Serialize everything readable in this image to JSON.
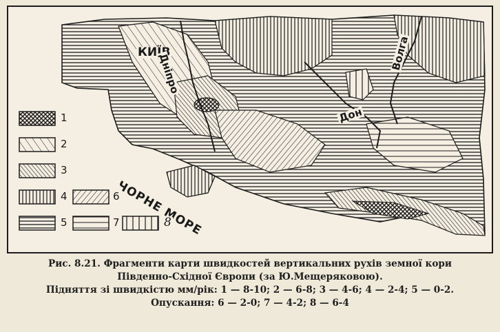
{
  "map": {
    "labels": {
      "city_kyiv": "КИЇВ",
      "river_dnipro": "Дніпро",
      "river_don": "Дон",
      "river_volga": "Волга",
      "sea": "ЧОРНЕ МОРЕ"
    },
    "legend": [
      "1",
      "2",
      "3",
      "4",
      "5",
      "6",
      "7",
      "8"
    ]
  },
  "caption": {
    "line1": "Рис. 8.21. Фрагменти карти швидкостей вертикальних рухів земної кори",
    "line2": "Південно-Східної Європи (за Ю.Мещеряковою).",
    "line3": "Підняття зі швидкістю мм/рік: 1 — 8-10; 2 — 6-8; 3 — 4-6; 4 — 2-4; 5 — 0-2.",
    "line4": "Опускання: 6 — 2-0; 7 — 4-2; 8 — 6-4"
  },
  "colors": {
    "ink": "#1c1c1c",
    "paper": "#f4efe2",
    "page": "#efe9d9"
  }
}
